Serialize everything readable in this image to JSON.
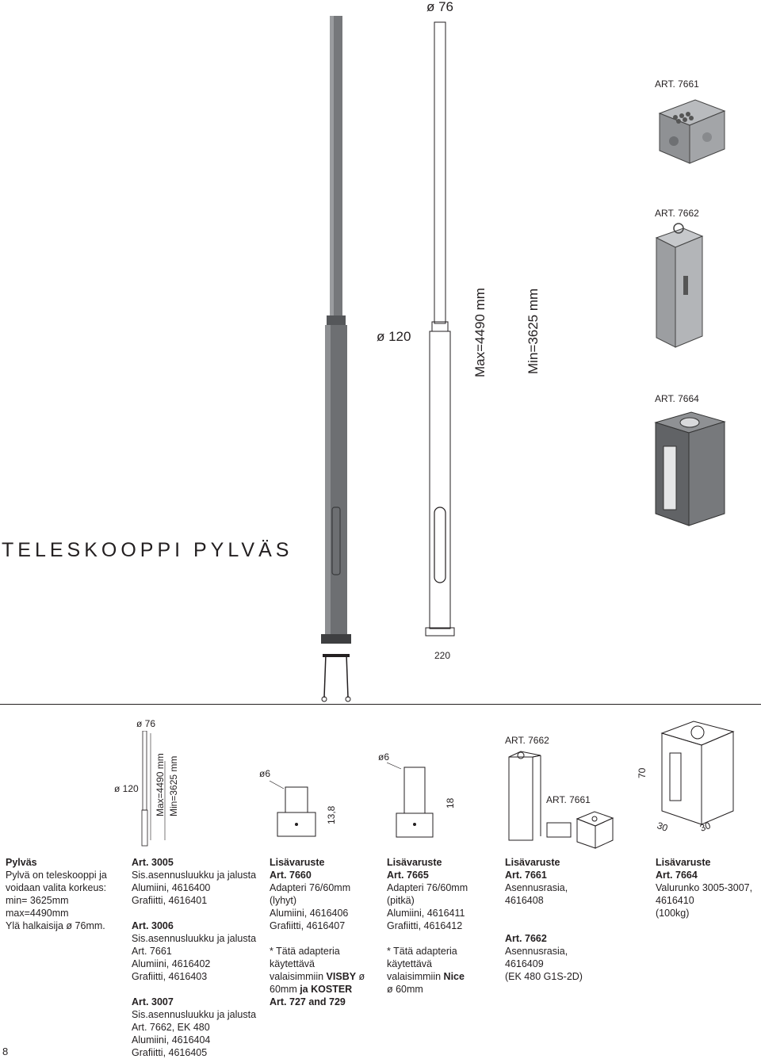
{
  "top": {
    "dia_top": "ø 76",
    "dia_mid": "ø 120",
    "max_height": "Max=4490 mm",
    "min_height": "Min=3625 mm",
    "base_width": "220",
    "art_7661": "ART. 7661",
    "art_7662": "ART. 7662",
    "art_7664": "ART. 7664"
  },
  "title": "TELESKOOPPI PYLVÄS",
  "small": {
    "dia_top": "ø 76",
    "dia_mid": "ø 120",
    "max_height": "Max=4490 mm",
    "min_height": "Min=3625 mm",
    "adapter_short_dia": "ø6",
    "adapter_short_h": "13,8",
    "adapter_long_dia": "ø6",
    "adapter_long_h": "18",
    "art_7662": "ART. 7662",
    "art_7661": "ART. 7661",
    "box_h": "70",
    "box_w1": "30",
    "box_w2": "30"
  },
  "columns": {
    "c1": {
      "heading": "Pylväs",
      "lines": [
        "Pylvä on teleskooppi ja",
        "voidaan valita korkeus:",
        "min= 3625mm",
        "max=4490mm",
        "Ylä halkaisija ø 76mm."
      ]
    },
    "c2": {
      "a_head": "Art. 3005",
      "a_lines": [
        "Sis.asennusluukku ja jalusta",
        "Alumiini, 4616400",
        "Grafiitti, 4616401"
      ],
      "b_head": "Art. 3006",
      "b_lines": [
        "Sis.asennusluukku ja jalusta",
        "Art. 7661",
        "Alumiini, 4616402",
        "Grafiitti, 4616403"
      ],
      "c_head": "Art. 3007",
      "c_lines": [
        "Sis.asennusluukku ja jalusta",
        "Art. 7662, EK 480",
        "Alumiini, 4616404",
        "Grafiitti, 4616405"
      ]
    },
    "c3": {
      "heading": "Lisävaruste",
      "art": "Art. 7660",
      "lines": [
        "Adapteri 76/60mm",
        "(lyhyt)",
        "Alumiini, 4616406",
        "Grafiitti, 4616407"
      ],
      "note1": "* Tätä adapteria",
      "note2": "käytettävä",
      "note3a": "valaisimmiin ",
      "note3b": "VISBY",
      "note3c": " ø",
      "note4a": "60mm ",
      "note4b": "ja KOSTER",
      "note5": "Art. 727 and 729"
    },
    "c4": {
      "heading": "Lisävaruste",
      "art": "Art. 7665",
      "lines": [
        "Adapteri 76/60mm",
        "(pitkä)",
        "Alumiini, 4616411",
        "Grafiitti, 4616412"
      ],
      "note1": "* Tätä adapteria",
      "note2": "käytettävä",
      "note3a": "valaisimmiin ",
      "note3b": "Nice",
      "note4": "ø 60mm"
    },
    "c5": {
      "heading": "Lisävaruste",
      "a_head": "Art. 7661",
      "a_lines": [
        "Asennusrasia,",
        "4616408"
      ],
      "b_head": "Art. 7662",
      "b_lines": [
        "Asennusrasia,",
        "4616409",
        "(EK 480 G1S-2D)"
      ]
    },
    "c6": {
      "heading": "Lisävaruste",
      "art": "Art. 7664",
      "lines": [
        "Valurunko 3005-3007,",
        "4616410",
        "(100kg)"
      ]
    }
  },
  "page_number": "8",
  "colors": {
    "pole_dark": "#6d6f72",
    "pole_line": "#231f20",
    "box_grey": "#8a8c8f"
  }
}
